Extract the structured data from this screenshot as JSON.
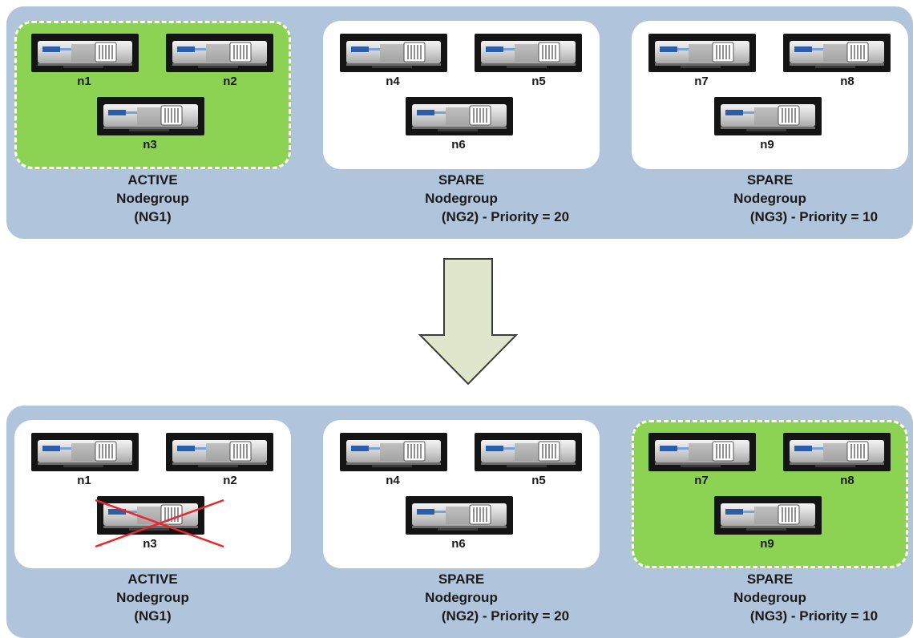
{
  "colors": {
    "panel": "#b0c4dc",
    "active_group": "#8cd354",
    "spare_group": "#ffffff",
    "arrow_fill": "#e0e6cc",
    "failure_cross": "#e8262b"
  },
  "icons": {
    "server": "rack-server-icon",
    "arrow": "down-arrow-icon",
    "failure": "red-x-cross-icon"
  },
  "before": {
    "groups": [
      {
        "state": "ACTIVE",
        "kind": "Nodegroup",
        "id": "(NG1)",
        "priority": "",
        "nodes": [
          "n1",
          "n2",
          "n3"
        ],
        "highlighted": true
      },
      {
        "state": "SPARE",
        "kind": "Nodegroup",
        "id": "(NG2)",
        "priority": "- Priority = 20",
        "nodes": [
          "n4",
          "n5",
          "n6"
        ],
        "highlighted": false
      },
      {
        "state": "SPARE",
        "kind": "Nodegroup",
        "id": "(NG3)",
        "priority": "- Priority = 10",
        "nodes": [
          "n7",
          "n8",
          "n9"
        ],
        "highlighted": false
      }
    ]
  },
  "after": {
    "groups": [
      {
        "state": "ACTIVE",
        "kind": "Nodegroup",
        "id": "(NG1)",
        "priority": "",
        "nodes": [
          "n1",
          "n2",
          "n3"
        ],
        "highlighted": false,
        "failed_node": "n3"
      },
      {
        "state": "SPARE",
        "kind": "Nodegroup",
        "id": "(NG2)",
        "priority": "- Priority = 20",
        "nodes": [
          "n4",
          "n5",
          "n6"
        ],
        "highlighted": false
      },
      {
        "state": "SPARE",
        "kind": "Nodegroup",
        "id": "(NG3)",
        "priority": "- Priority = 10",
        "nodes": [
          "n7",
          "n8",
          "n9"
        ],
        "highlighted": true
      }
    ]
  }
}
